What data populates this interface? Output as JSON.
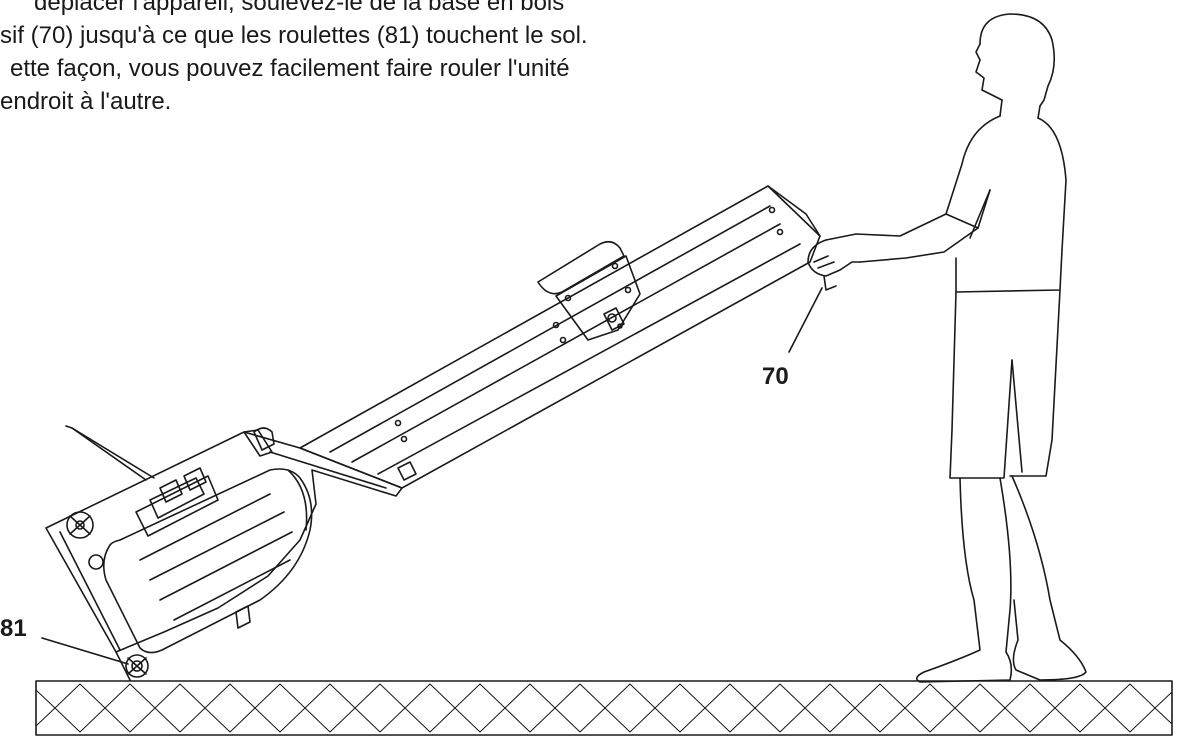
{
  "instructions": {
    "lines": [
      "déplacer l'appareil, soulevez-le de la base en bois",
      "sif (70) jusqu'à ce que les roulettes (81) touchent le sol.",
      "ette façon, vous pouvez facilement faire rouler l'unité",
      "endroit à l'autre."
    ]
  },
  "callouts": {
    "handle_number": "70",
    "wheel_number": "81"
  },
  "colors": {
    "line": "#1a1a1a",
    "background": "#ffffff"
  }
}
